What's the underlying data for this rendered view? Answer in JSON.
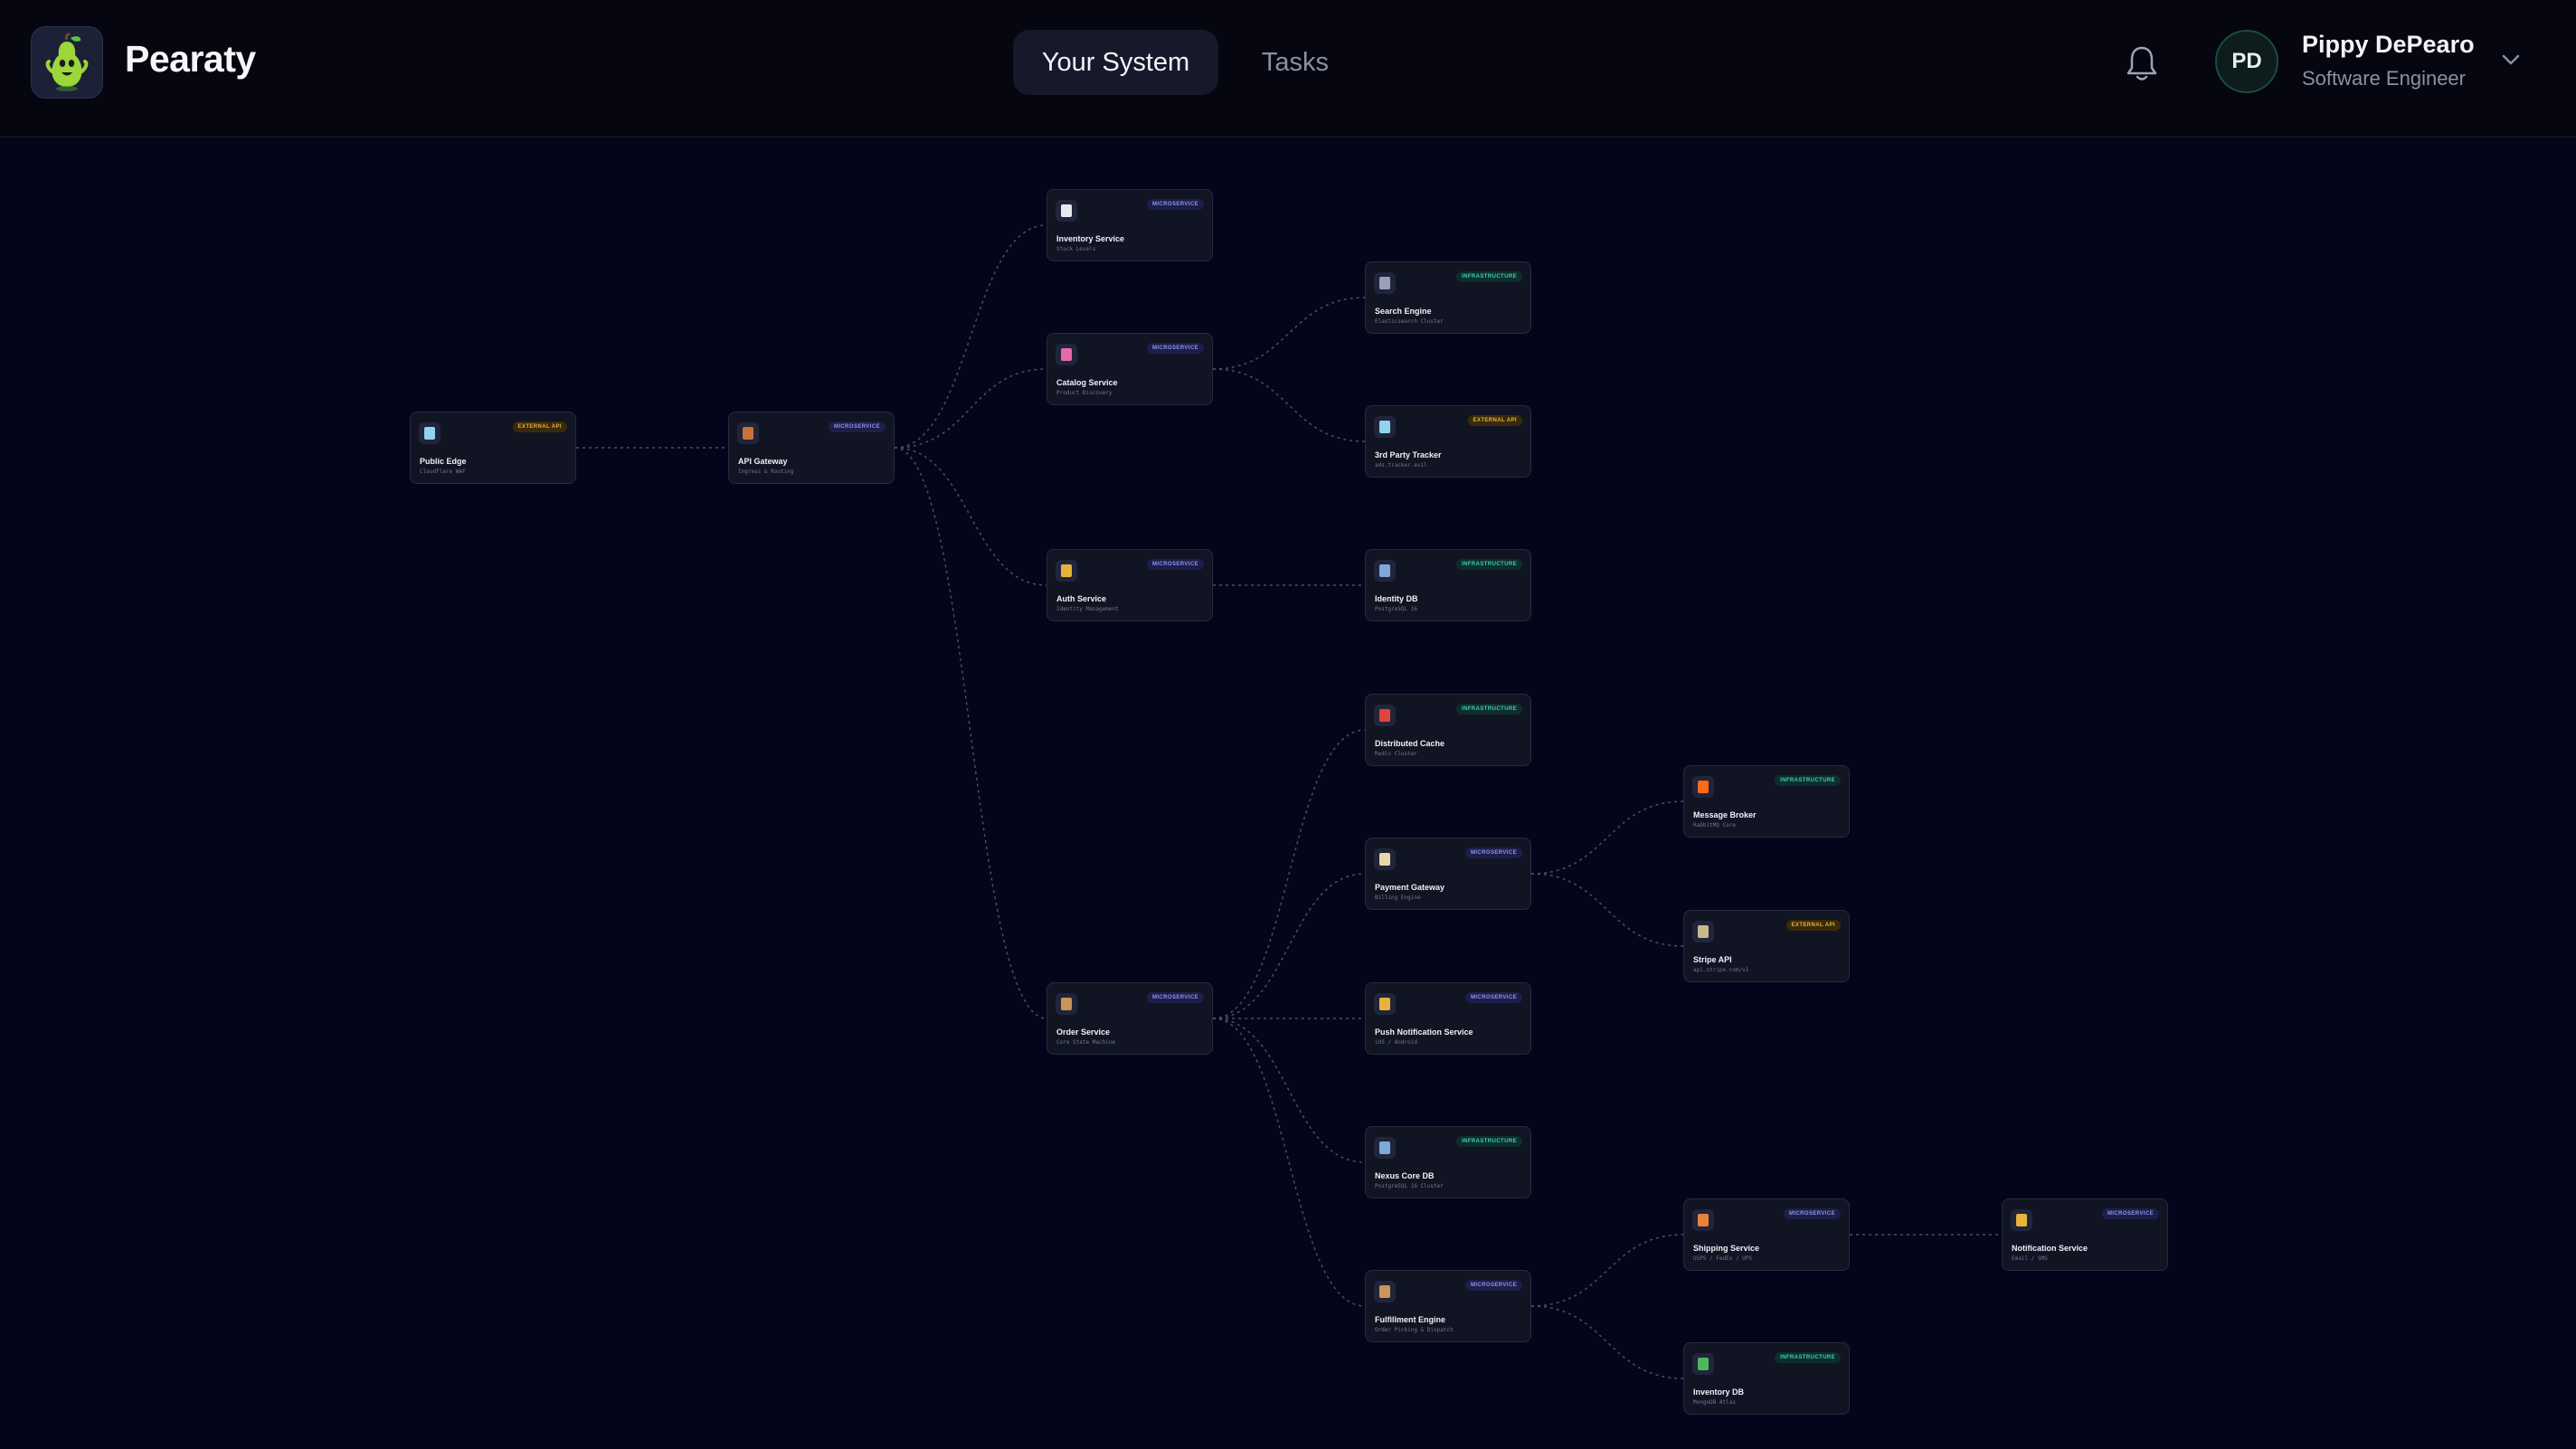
{
  "app": {
    "title": "Pearaty"
  },
  "nav": {
    "tabs": [
      {
        "label": "Your System",
        "active": true
      },
      {
        "label": "Tasks",
        "active": false
      }
    ]
  },
  "user": {
    "initials": "PD",
    "name": "Pippy DePearo",
    "role": "Software Engineer"
  },
  "colors": {
    "background": "#04051a",
    "node": "#111423",
    "micro_badge": "#8f95e8",
    "infra_badge": "#3ed1b6",
    "external_badge": "#e6b33a"
  },
  "badges": {
    "micro": "MICROSERVICE",
    "infra": "INFRASTRUCTURE",
    "ext": "EXTERNAL API"
  },
  "nodes": [
    {
      "id": "public-edge",
      "title": "Public Edge",
      "subtitle": "Cloudflare WAF",
      "type": "ext",
      "icon": "globe-icon",
      "icon_color": "#8fd3ef"
    },
    {
      "id": "api-gateway",
      "title": "API Gateway",
      "subtitle": "Ingress & Routing",
      "type": "micro",
      "icon": "door-icon",
      "icon_color": "#c8733a"
    },
    {
      "id": "inventory-service",
      "title": "Inventory Service",
      "subtitle": "Stock Levels",
      "type": "micro",
      "icon": "clipboard-icon",
      "icon_color": "#e8e8ee"
    },
    {
      "id": "catalog-service",
      "title": "Catalog Service",
      "subtitle": "Product Discovery",
      "type": "micro",
      "icon": "shopping-bag-icon",
      "icon_color": "#e86aa8"
    },
    {
      "id": "auth-service",
      "title": "Auth Service",
      "subtitle": "Identity Management",
      "type": "micro",
      "icon": "lock-icon",
      "icon_color": "#e8b33a"
    },
    {
      "id": "order-service",
      "title": "Order Service",
      "subtitle": "Core State Machine",
      "type": "micro",
      "icon": "package-icon",
      "icon_color": "#c9955a"
    },
    {
      "id": "search-engine",
      "title": "Search Engine",
      "subtitle": "Elasticsearch Cluster",
      "type": "infra",
      "icon": "file-cabinet-icon",
      "icon_color": "#9aa0b8"
    },
    {
      "id": "third-party-tracker",
      "title": "3rd Party Tracker",
      "subtitle": "ads.tracker.evil",
      "type": "ext",
      "icon": "globe-icon",
      "icon_color": "#8fd3ef"
    },
    {
      "id": "identity-db",
      "title": "Identity DB",
      "subtitle": "PostgreSQL 16",
      "type": "infra",
      "icon": "elephant-icon",
      "icon_color": "#7fa8d8"
    },
    {
      "id": "distributed-cache",
      "title": "Distributed Cache",
      "subtitle": "Redis Cluster",
      "type": "infra",
      "icon": "redis-icon",
      "icon_color": "#e0453a"
    },
    {
      "id": "payment-gateway",
      "title": "Payment Gateway",
      "subtitle": "Billing Engine",
      "type": "micro",
      "icon": "credit-card-icon",
      "icon_color": "#e8d8a8"
    },
    {
      "id": "push-notification-service",
      "title": "Push Notification Service",
      "subtitle": "iOS / Android",
      "type": "micro",
      "icon": "bell-icon",
      "icon_color": "#e8b33a"
    },
    {
      "id": "nexus-core-db",
      "title": "Nexus Core DB",
      "subtitle": "PostgreSQL 16 Cluster",
      "type": "infra",
      "icon": "elephant-icon",
      "icon_color": "#7fa8d8"
    },
    {
      "id": "fulfillment-engine",
      "title": "Fulfillment Engine",
      "subtitle": "Order Picking & Dispatch",
      "type": "micro",
      "icon": "factory-icon",
      "icon_color": "#c9955a"
    },
    {
      "id": "message-broker",
      "title": "Message Broker",
      "subtitle": "RabbitMQ Core",
      "type": "infra",
      "icon": "rabbitmq-icon",
      "icon_color": "#ff6a1a"
    },
    {
      "id": "stripe-api",
      "title": "Stripe API",
      "subtitle": "api.stripe.com/v1",
      "type": "ext",
      "icon": "bank-icon",
      "icon_color": "#c9b98a"
    },
    {
      "id": "shipping-service",
      "title": "Shipping Service",
      "subtitle": "USPS / FedEx / UPS",
      "type": "micro",
      "icon": "truck-icon",
      "icon_color": "#e8833a"
    },
    {
      "id": "inventory-db",
      "title": "Inventory DB",
      "subtitle": "MongoDB Atlas",
      "type": "infra",
      "icon": "leaf-icon",
      "icon_color": "#4cb85a"
    },
    {
      "id": "notification-service",
      "title": "Notification Service",
      "subtitle": "Email / SMS",
      "type": "micro",
      "icon": "bell-icon",
      "icon_color": "#e8b33a"
    }
  ],
  "edges": [
    [
      "public-edge",
      "api-gateway"
    ],
    [
      "api-gateway",
      "inventory-service"
    ],
    [
      "api-gateway",
      "catalog-service"
    ],
    [
      "api-gateway",
      "auth-service"
    ],
    [
      "api-gateway",
      "order-service"
    ],
    [
      "catalog-service",
      "search-engine"
    ],
    [
      "catalog-service",
      "third-party-tracker"
    ],
    [
      "auth-service",
      "identity-db"
    ],
    [
      "order-service",
      "distributed-cache"
    ],
    [
      "order-service",
      "payment-gateway"
    ],
    [
      "order-service",
      "push-notification-service"
    ],
    [
      "order-service",
      "nexus-core-db"
    ],
    [
      "order-service",
      "fulfillment-engine"
    ],
    [
      "payment-gateway",
      "message-broker"
    ],
    [
      "payment-gateway",
      "stripe-api"
    ],
    [
      "fulfillment-engine",
      "shipping-service"
    ],
    [
      "fulfillment-engine",
      "inventory-db"
    ],
    [
      "shipping-service",
      "notification-service"
    ]
  ]
}
